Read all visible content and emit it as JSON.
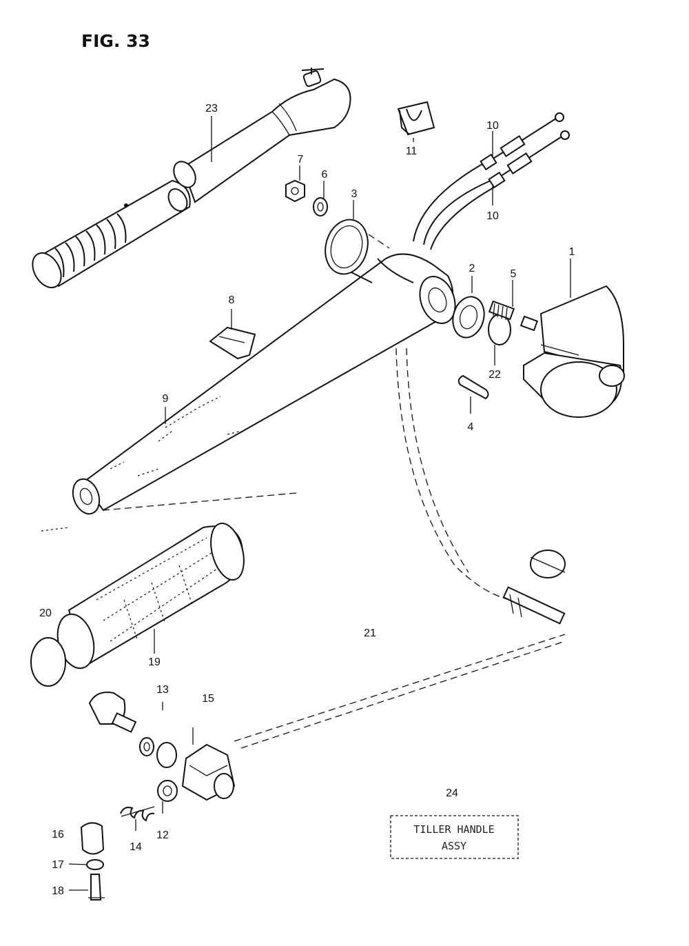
{
  "figure_title": "FIG. 33",
  "callouts": {
    "p1": "1",
    "p2": "2",
    "p3": "3",
    "p4": "4",
    "p5": "5",
    "p6": "6",
    "p7": "7",
    "p8": "8",
    "p9": "9",
    "p10a": "10",
    "p10b": "10",
    "p11": "11",
    "p12": "12",
    "p13": "13",
    "p14": "14",
    "p15": "15",
    "p16": "16",
    "p17": "17",
    "p18": "18",
    "p19": "19",
    "p20": "20",
    "p21": "21",
    "p22": "22",
    "p23": "23",
    "p24": "24"
  },
  "assembly_box": {
    "line1": "TILLER HANDLE",
    "line2": "ASSY"
  }
}
